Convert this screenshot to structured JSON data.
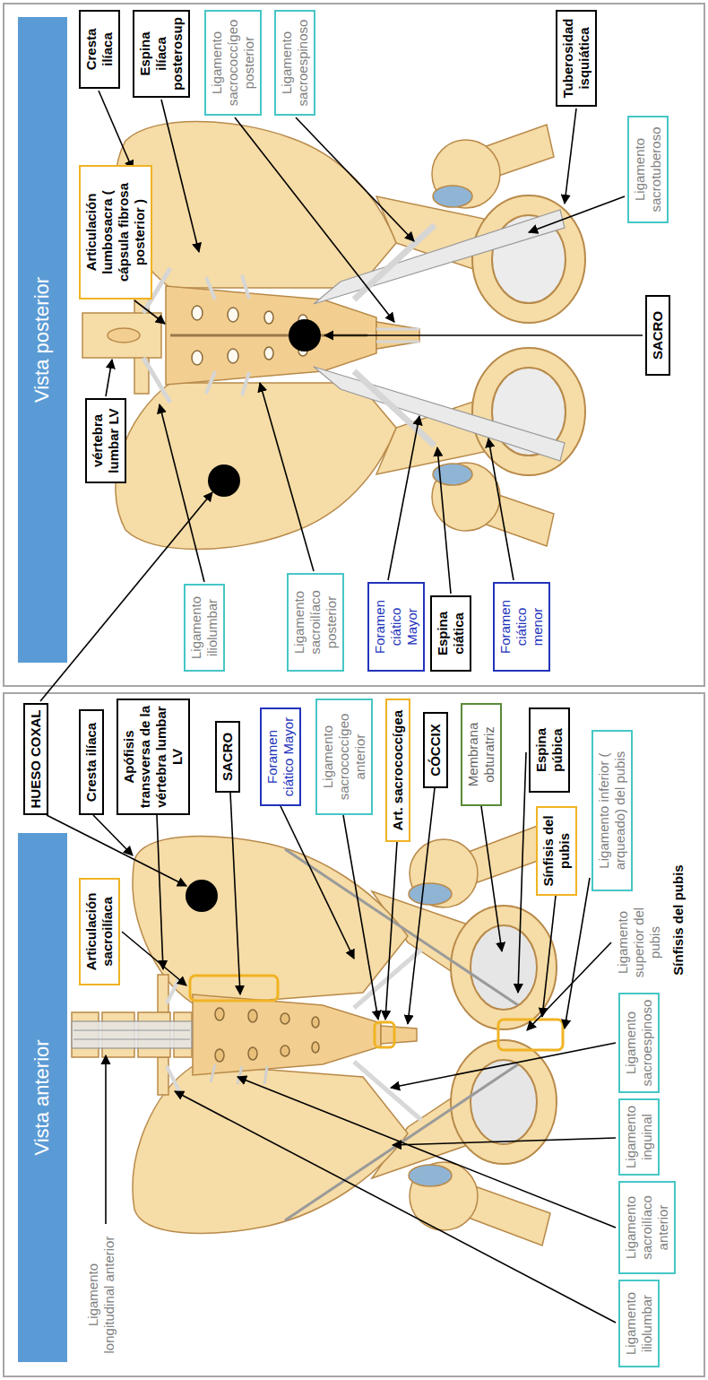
{
  "diagram": {
    "nodes": [
      {
        "text": [
          "Vista anterior"
        ]
      },
      {
        "text": [
          "HUESO COXAL"
        ]
      },
      {
        "text": [
          "Articulación sacroilíaca"
        ]
      },
      {
        "text": [
          "Cresta ilíaca"
        ]
      },
      {
        "text": [
          "Apófisis transversa de la vértebra lumbar LV"
        ]
      },
      {
        "text": [
          "SACRO"
        ]
      },
      {
        "text": [
          "Foramen ciático Mayor"
        ]
      },
      {
        "text": [
          "Ligamento sacrococcígeo anterior"
        ]
      },
      {
        "text": [
          "Art. sacrococcígea"
        ]
      },
      {
        "text": [
          "CÓCCIX"
        ]
      },
      {
        "text": [
          "Membrana obturatriz"
        ]
      },
      {
        "text": [
          "Sínfisis del pubis"
        ]
      },
      {
        "text": [
          "Espina púbica"
        ]
      },
      {
        "text": [
          "Ligamento inferior ( arqueado) del pubis"
        ]
      },
      {
        "text": [
          "Ligamento iliolumbar"
        ]
      },
      {
        "text": [
          "Ligamento sacroilíaco anterior"
        ]
      },
      {
        "text": [
          "Ligamento inguinal"
        ]
      },
      {
        "text": [
          "Ligamento sacroespinoso"
        ]
      },
      {
        "text": [
          "Vista posterior"
        ]
      },
      {
        "text": [
          "vértebra lumbar LV"
        ]
      },
      {
        "text": [
          "Articulación lumbosacra ( cápsula fibrosa posterior )"
        ]
      },
      {
        "text": [
          "Cresta ilíaca"
        ]
      },
      {
        "text": [
          "Espina ilíaca posterosup"
        ]
      },
      {
        "text": [
          "Ligamento iliolumbar"
        ]
      },
      {
        "text": [
          "Ligamento sacrococcígeo posterior"
        ]
      },
      {
        "text": [
          "Ligamento sacroilíaco posterior"
        ]
      },
      {
        "text": [
          "Ligamento sacroespinoso"
        ]
      },
      {
        "text": [
          "Foramen ciático Mayor"
        ]
      },
      {
        "text": [
          "Espina ciática"
        ]
      },
      {
        "text": [
          "Foramen ciático menor"
        ]
      },
      {
        "text": [
          "Tuberosidad isquiática"
        ]
      },
      {
        "text": [
          "Ligamento sacrotuberoso"
        ]
      },
      {
        "text": [
          "SACRO"
        ]
      }
    ],
    "labels": [
      "Ligamento longitudinal anterior",
      "Ligamento superior del pubis",
      "Sínfisis del pubis"
    ]
  }
}
